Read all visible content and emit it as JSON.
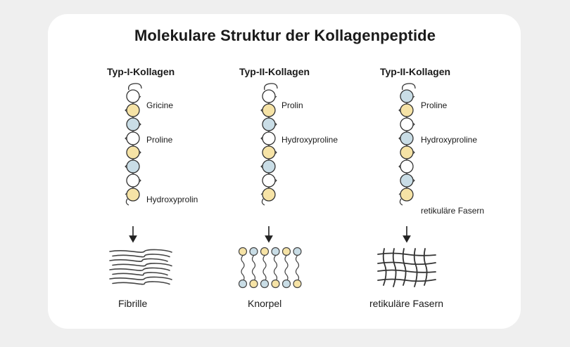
{
  "title": "Molekulare Struktur der Kollagenpeptide",
  "columns": [
    {
      "heading": "Typ-I-Kollagen",
      "labels": [
        "Gricine",
        "Proline",
        "Hydroxyprolin"
      ],
      "result": "Fibrille",
      "beads": [
        "white",
        "yellow",
        "blue",
        "white",
        "yellow",
        "blue",
        "white",
        "yellow"
      ]
    },
    {
      "heading": "Typ-II-Kollagen",
      "labels": [
        "Prolin",
        "Hydroxyproline"
      ],
      "result": "Knorpel",
      "beads": [
        "white",
        "yellow",
        "blue",
        "white",
        "yellow",
        "blue",
        "white",
        "yellow"
      ]
    },
    {
      "heading": "Typ-II-Kollagen",
      "labels": [
        "Proline",
        "Hydroxyproline",
        "retikuläre Fasern"
      ],
      "result": "retikuläre Fasern",
      "beads": [
        "blue",
        "yellow",
        "white",
        "blue",
        "yellow",
        "white",
        "blue",
        "yellow"
      ]
    }
  ],
  "colors": {
    "white": "#ffffff",
    "yellow": "#f6e3a6",
    "blue": "#c9dde6",
    "stroke": "#333333"
  }
}
